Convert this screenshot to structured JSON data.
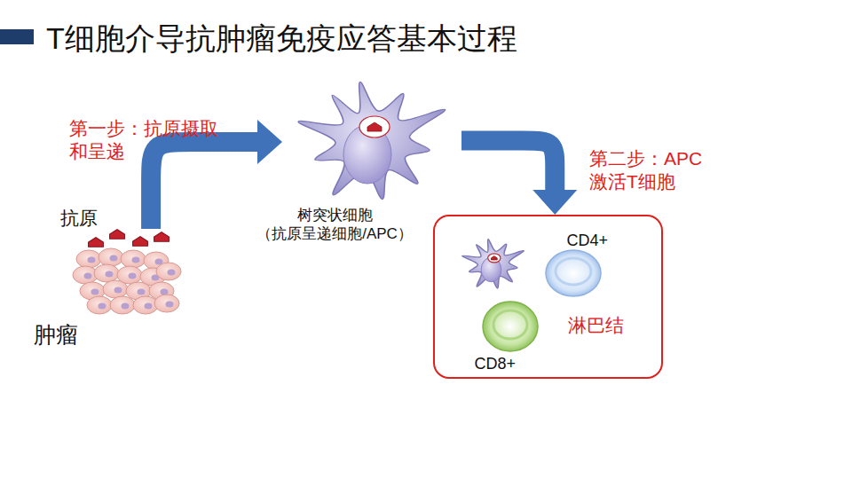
{
  "diagram": {
    "title": "T细胞介导抗肿瘤免疫应答基本过程",
    "nodes": [
      {
        "text": [
          "肿瘤"
        ]
      },
      {
        "text": [
          "树突状细胞 （抗原呈递细胞/APC）"
        ]
      },
      {
        "text": [
          "淋巴结"
        ]
      },
      {
        "text": [
          "CD4+"
        ],
        "in": 2
      },
      {
        "text": [
          "CD8+"
        ],
        "in": 2
      }
    ],
    "edges": [
      {
        "from": 0,
        "to": 1,
        "label": "第一步：抗原摄取和呈递",
        "arrow": "to"
      },
      {
        "from": 1,
        "to": 2,
        "label": "第二步：APC 激活T细胞",
        "arrow": "to"
      }
    ],
    "labels": [
      "抗原"
    ]
  }
}
